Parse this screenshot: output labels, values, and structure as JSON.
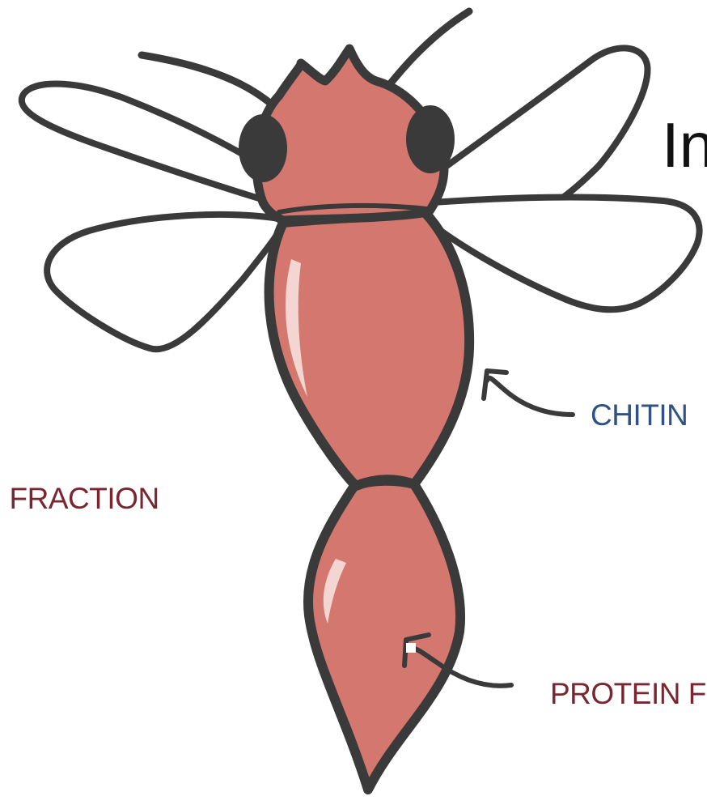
{
  "title": "In",
  "labels": {
    "chitin": "CHITIN",
    "lipid_fraction": "I FRACTION",
    "protein_fraction": "PROTEIN F"
  },
  "colors": {
    "body_fill": "#d4776e",
    "outline": "#3a3a3a",
    "chitin_label": "#2e5283",
    "fraction_label": "#7a2630"
  }
}
